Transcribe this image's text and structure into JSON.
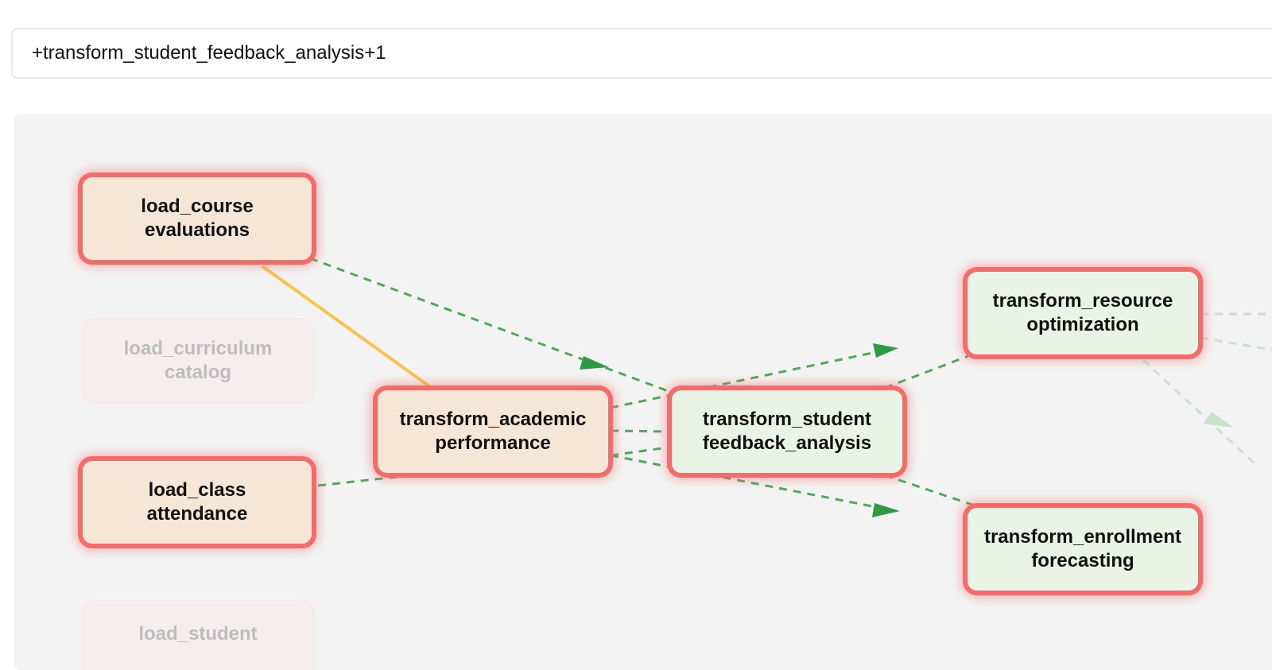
{
  "search": {
    "value": "+transform_student_feedback_analysis+1"
  },
  "graph": {
    "nodes": {
      "load_course_evaluations": {
        "line1": "load_course",
        "line2": "evaluations"
      },
      "load_curriculum_catalog": {
        "line1": "load_curriculum",
        "line2": "catalog"
      },
      "load_class_attendance": {
        "line1": "load_class",
        "line2": "attendance"
      },
      "load_student": {
        "line1": "load_student",
        "line2": ""
      },
      "transform_academic_performance": {
        "line1": "transform_academic",
        "line2": "performance"
      },
      "transform_student_feedback_analysis": {
        "line1": "transform_student",
        "line2": "feedback_analysis"
      },
      "transform_resource_optimization": {
        "line1": "transform_resource",
        "line2": "optimization"
      },
      "transform_enrollment_forecasting": {
        "line1": "transform_enrollment",
        "line2": "forecasting"
      }
    },
    "colors": {
      "selected_border": "#f36b6b",
      "load_fill": "#f5e6d5",
      "transform_fill": "#e9f4e7",
      "edge_dashed": "#4daa5a",
      "edge_highlight": "#f9c24a",
      "edge_faded": "#c9e2cc"
    }
  }
}
